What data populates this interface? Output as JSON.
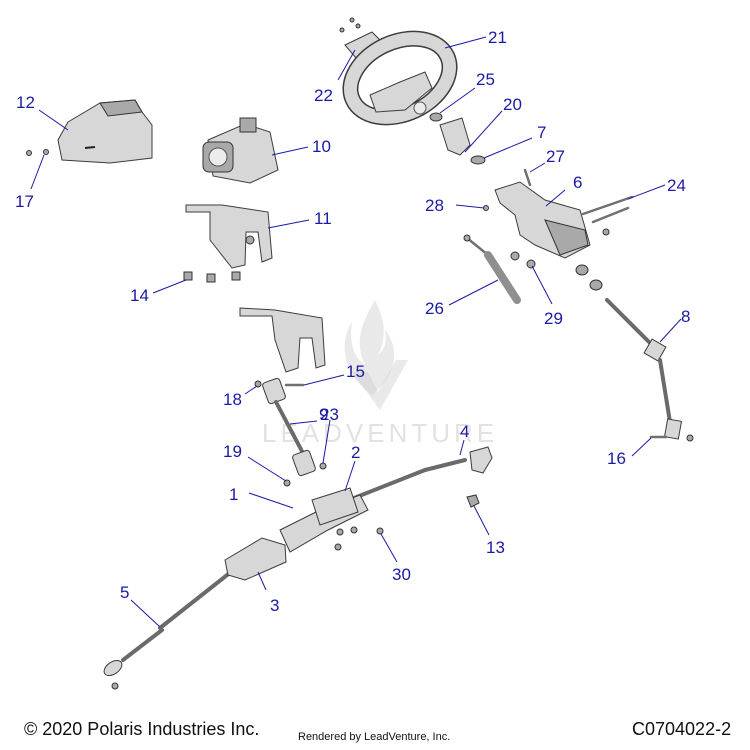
{
  "diagram": {
    "callouts": [
      "1",
      "2",
      "3",
      "4",
      "5",
      "6",
      "7",
      "8",
      "9",
      "10",
      "11",
      "12",
      "13",
      "14",
      "15",
      "16",
      "17",
      "18",
      "19",
      "20",
      "21",
      "22",
      "23",
      "24",
      "25",
      "26",
      "27",
      "28",
      "29",
      "30"
    ],
    "watermark": "LEADVENTURE"
  },
  "footer": {
    "copyright": "© 2020 Polaris Industries Inc.",
    "rendered_by": "Rendered by LeadVenture, Inc.",
    "catalog_number": "C0704022-2"
  },
  "colors": {
    "callout": "#1a1aa6",
    "part_fill": "#d7d7d7",
    "part_stroke": "#3c3c3c"
  }
}
